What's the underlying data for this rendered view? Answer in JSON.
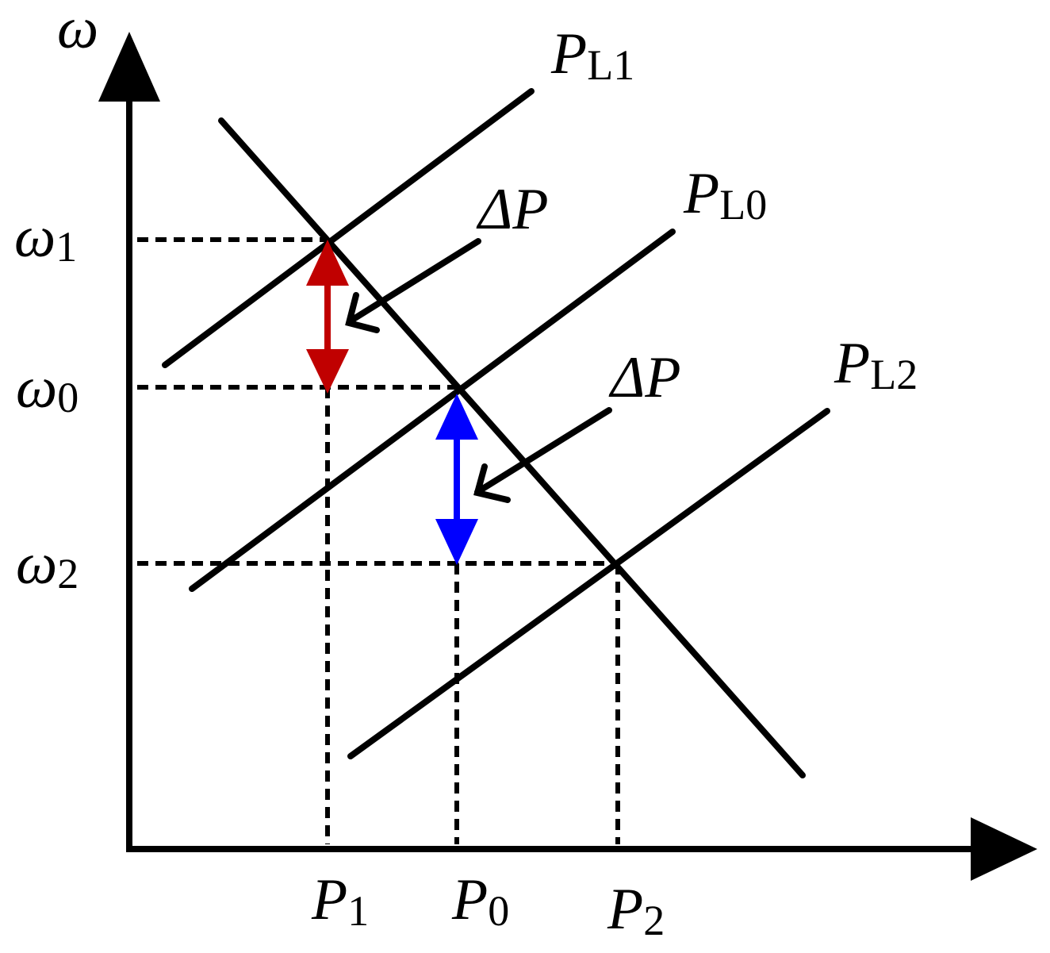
{
  "axes": {
    "y_label": "ω",
    "x_label": ""
  },
  "omega_ticks": [
    {
      "base": "ω",
      "sub": "1"
    },
    {
      "base": "ω",
      "sub": "0"
    },
    {
      "base": "ω",
      "sub": "2"
    }
  ],
  "p_ticks": [
    {
      "base": "P",
      "sub": "1"
    },
    {
      "base": "P",
      "sub": "0"
    },
    {
      "base": "P",
      "sub": "2"
    }
  ],
  "load_lines": [
    {
      "base": "P",
      "sub": "L1"
    },
    {
      "base": "P",
      "sub": "L0"
    },
    {
      "base": "P",
      "sub": "L2"
    }
  ],
  "delta_labels": [
    "ΔP",
    "ΔP"
  ],
  "colors": {
    "line": "#000000",
    "arrow_upper": "#c00000",
    "arrow_lower": "#0000ff"
  }
}
